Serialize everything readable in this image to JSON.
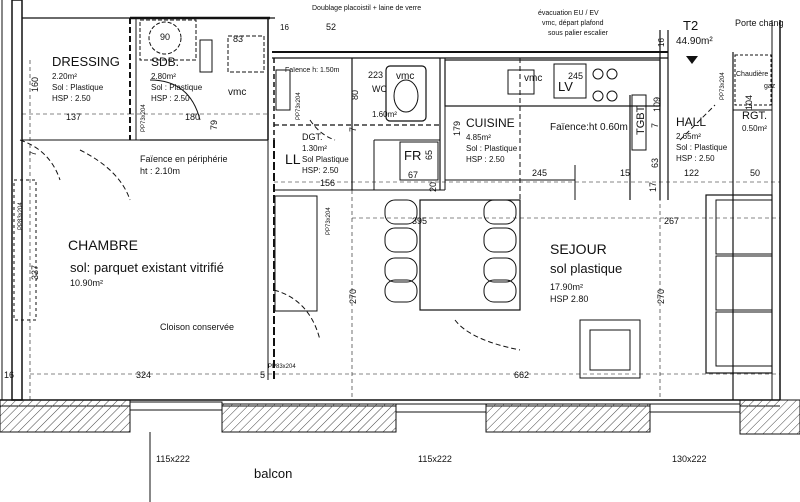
{
  "apartment": {
    "type": "T2",
    "area": "44.90m²"
  },
  "rooms": {
    "dressing": {
      "name": "DRESSING",
      "area": "2.20m²",
      "floor": "Sol : Plastique",
      "hsp": "HSP : 2.50"
    },
    "sdb": {
      "name": "SDB.",
      "area": "2.80m²",
      "floor": "Sol : Plastique",
      "hsp": "HSP : 2.50"
    },
    "dgt": {
      "name": "DGT.",
      "area": "1.30m²",
      "floor": "Sol Plastique",
      "hsp": "HSP: 2.50"
    },
    "wc": {
      "name": "WC",
      "area": "1.60m²"
    },
    "cuisine": {
      "name": "CUISINE",
      "area": "4.85m²",
      "floor": "Sol : Plastique",
      "hsp": "HSP : 2.50"
    },
    "hall": {
      "name": "HALL",
      "area": "2.65m²",
      "floor": "Sol : Plastique",
      "hsp": "HSP : 2.50"
    },
    "rgt": {
      "name": "RGT.",
      "area": "0.50m²"
    },
    "chambre": {
      "name": "CHAMBRE",
      "floor": "sol: parquet existant vitrifié",
      "area": "10.90m²"
    },
    "sejour": {
      "name": "SEJOUR",
      "floor": "sol plastique",
      "area": "17.90m²",
      "hsp": "HSP 2.80"
    }
  },
  "labels": {
    "vmc1": "vmc",
    "vmc2": "vmc",
    "vmc3": "vmc",
    "ll": "LL",
    "fr": "FR",
    "lv": "LV",
    "tgbt": "TGBT",
    "faience_sdb": "Faïence en périphérie",
    "faience_sdb_ht": "ht : 2.10m",
    "faience_cuisine": "Faïence:ht 0.60m",
    "faience_wc": "Faïence h: 1.50m",
    "cloison": "Cloison conservée",
    "doublage": "Doublage placoistil + laine de verre",
    "evac1": "évacuation EU / EV",
    "evac2": "vmc, départ plafond",
    "evac3": "sous palier escalier",
    "porte": "Porte chang",
    "chaudiere1": "Chaudière",
    "chaudiere2": "gaz",
    "balcon": "balcon",
    "pp1": "PP73x204",
    "pp2": "PP73x204",
    "pp3": "PP73x204",
    "pp4": "PP73x204",
    "pp5": "PP83x204",
    "pp6": "PP83x204"
  },
  "dimensions": {
    "d90": "90",
    "d83": "83",
    "d52": "52",
    "d16a": "16",
    "d16b": "16",
    "d160": "160",
    "d137": "137",
    "d180": "180",
    "d79": "79",
    "d223": "223",
    "d245": "245",
    "d109": "109",
    "d104": "104",
    "d80": "80",
    "d179": "179",
    "d65": "65",
    "d67": "67",
    "d63": "63",
    "d7a": "7",
    "d7b": "7",
    "d7c": "7",
    "d156": "156",
    "d20": "20",
    "d17": "17",
    "d245b": "245",
    "d15": "15",
    "d122": "122",
    "d50": "50",
    "d395": "395",
    "d267": "267",
    "d337": "337",
    "d270a": "270",
    "d270b": "270",
    "d324": "324",
    "d5": "5",
    "d662": "662",
    "d16c": "16",
    "w1": "115x222",
    "w2": "115x222",
    "w3": "130x222"
  }
}
